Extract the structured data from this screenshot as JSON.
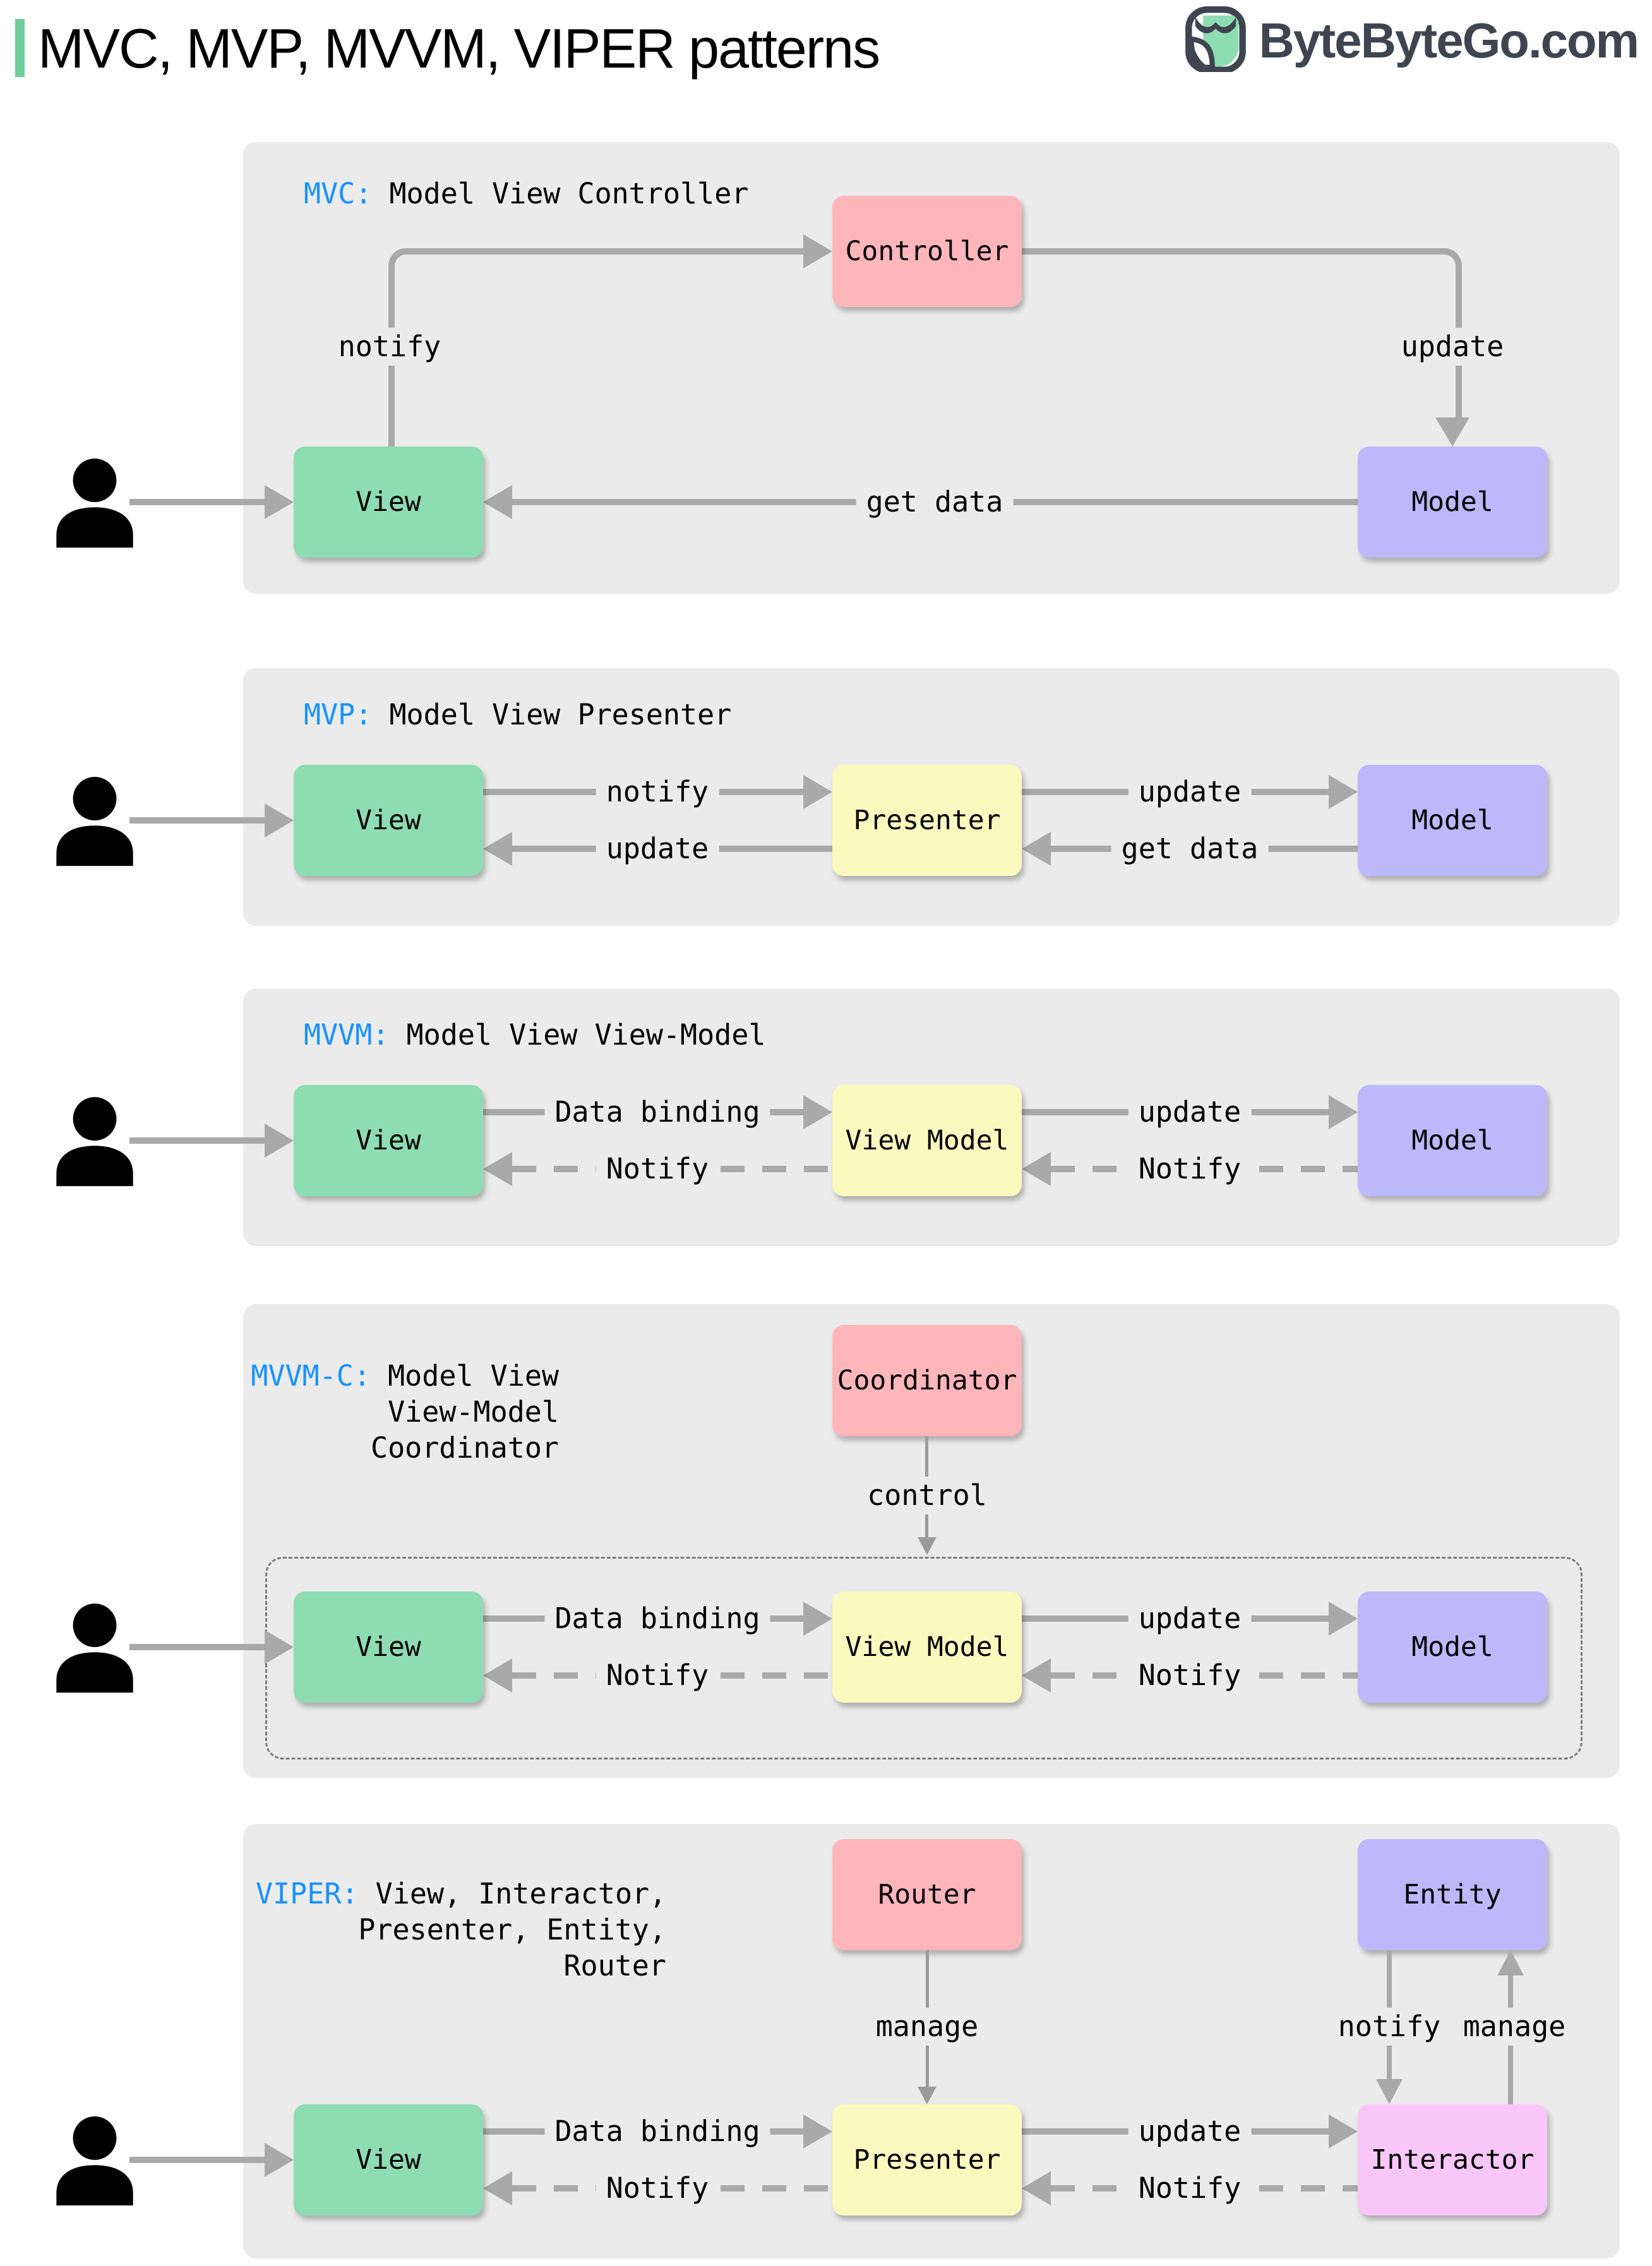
{
  "title": "MVC, MVP, MVVM, VIPER patterns",
  "logo": {
    "text": "ByteByteGo.com"
  },
  "colors": {
    "accent_bar": "#6fce97",
    "section_label_blue": "#1792ff",
    "panel_bg": "#ebebeb",
    "arrow_gray": "#a9a9a9",
    "box_green": "#8edcb2",
    "box_pink": "#ffb6bb",
    "box_purple": "#bcb8fa",
    "box_yellow": "#fafabe",
    "box_magenta": "#f8c7f8"
  },
  "mvc": {
    "prefix": "MVC:",
    "name": " Model View Controller",
    "boxes": {
      "controller": "Controller",
      "view": "View",
      "model": "Model"
    },
    "labels": {
      "notify": "notify",
      "update": "update",
      "get_data": "get data"
    }
  },
  "mvp": {
    "prefix": "MVP:",
    "name": " Model View Presenter",
    "boxes": {
      "view": "View",
      "presenter": "Presenter",
      "model": "Model"
    },
    "labels": {
      "notify": "notify",
      "update_to_view": "update",
      "update_to_model": "update",
      "get_data": "get data"
    }
  },
  "mvvm": {
    "prefix": "MVVM:",
    "name": " Model View View-Model",
    "boxes": {
      "view": "View",
      "view_model": "View Model",
      "model": "Model"
    },
    "labels": {
      "data_binding": "Data binding",
      "notify_view": "Notify",
      "update": "update",
      "notify_view_model": "Notify"
    }
  },
  "mvvmc": {
    "prefix": "MVVM-C:",
    "name": " Model View",
    "name_line2": "View-Model",
    "name_line3": "Coordinator",
    "boxes": {
      "coordinator": "Coordinator",
      "view": "View",
      "view_model": "View Model",
      "model": "Model"
    },
    "labels": {
      "control": "control",
      "data_binding": "Data binding",
      "notify_view": "Notify",
      "update": "update",
      "notify_view_model": "Notify"
    }
  },
  "viper": {
    "prefix": "VIPER:",
    "name": " View, Interactor,",
    "name_line2": "Presenter, Entity,",
    "name_line3": "Router",
    "boxes": {
      "router": "Router",
      "entity": "Entity",
      "view": "View",
      "presenter": "Presenter",
      "interactor": "Interactor"
    },
    "labels": {
      "manage_router": "manage",
      "notify": "notify",
      "manage_interactor": "manage",
      "data_binding": "Data binding",
      "notify_view": "Notify",
      "update": "update",
      "notify_presenter": "Notify"
    }
  }
}
